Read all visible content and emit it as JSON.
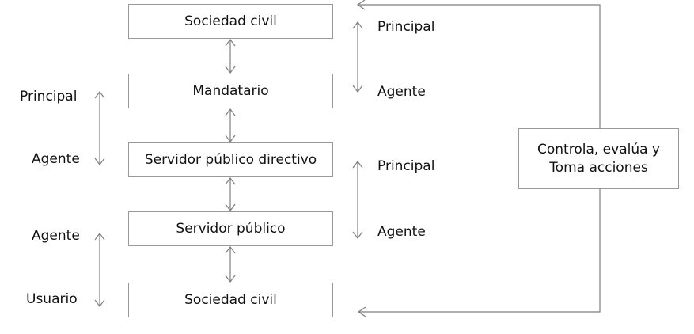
{
  "diagram": {
    "chain_boxes": [
      {
        "label": "Sociedad civil"
      },
      {
        "label": "Mandatario"
      },
      {
        "label": "Servidor público directivo"
      },
      {
        "label": "Servidor público"
      },
      {
        "label": "Sociedad civil"
      }
    ],
    "control_box": {
      "line1": "Controla, evalúa y",
      "line2": "Toma acciones"
    },
    "left_labels": [
      {
        "label": "Principal"
      },
      {
        "label": "Agente"
      },
      {
        "label": "Agente"
      },
      {
        "label": "Usuario"
      }
    ],
    "middle_labels": [
      {
        "label": "Principal"
      },
      {
        "label": "Agente"
      },
      {
        "label": "Principal"
      },
      {
        "label": "Agente"
      }
    ],
    "colors": {
      "box_border": "#999999",
      "arrow": "#7f7f7f",
      "text": "#111111",
      "background": "#ffffff"
    }
  }
}
